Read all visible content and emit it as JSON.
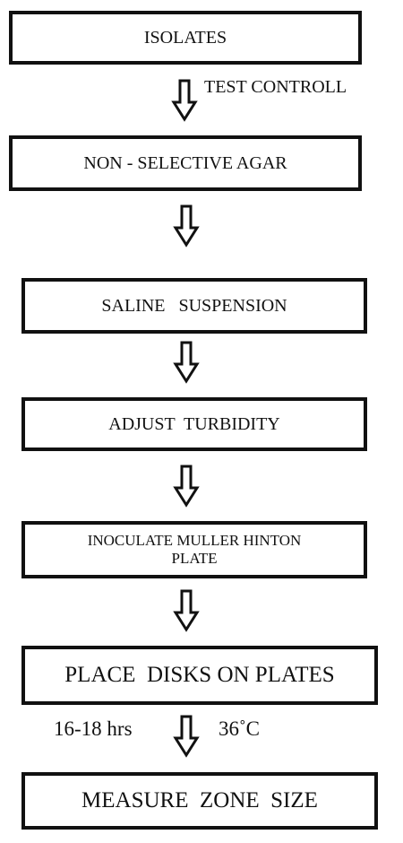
{
  "steps": [
    {
      "id": "isolates",
      "text": "ISOLATES"
    },
    {
      "id": "non-selective-agar",
      "text": "NON - SELECTIVE AGAR"
    },
    {
      "id": "saline-suspension",
      "text": "SALINE   SUSPENSION"
    },
    {
      "id": "adjust-turbidity",
      "text": "ADJUST  TURBIDITY"
    },
    {
      "id": "inoculate-plate",
      "text": "INOCULATE  MULLER  HINTON\nPLATE"
    },
    {
      "id": "place-disks",
      "text": "PLACE  DISKS ON PLATES"
    },
    {
      "id": "measure-zone",
      "text": "MEASURE  ZONE  SIZE"
    }
  ],
  "annotations": {
    "test_control": "TEST CONTROLL",
    "incubation_time": "16-18 hrs",
    "incubation_temp": "36˚C"
  },
  "colors": {
    "line": "#111111",
    "background": "#ffffff"
  }
}
